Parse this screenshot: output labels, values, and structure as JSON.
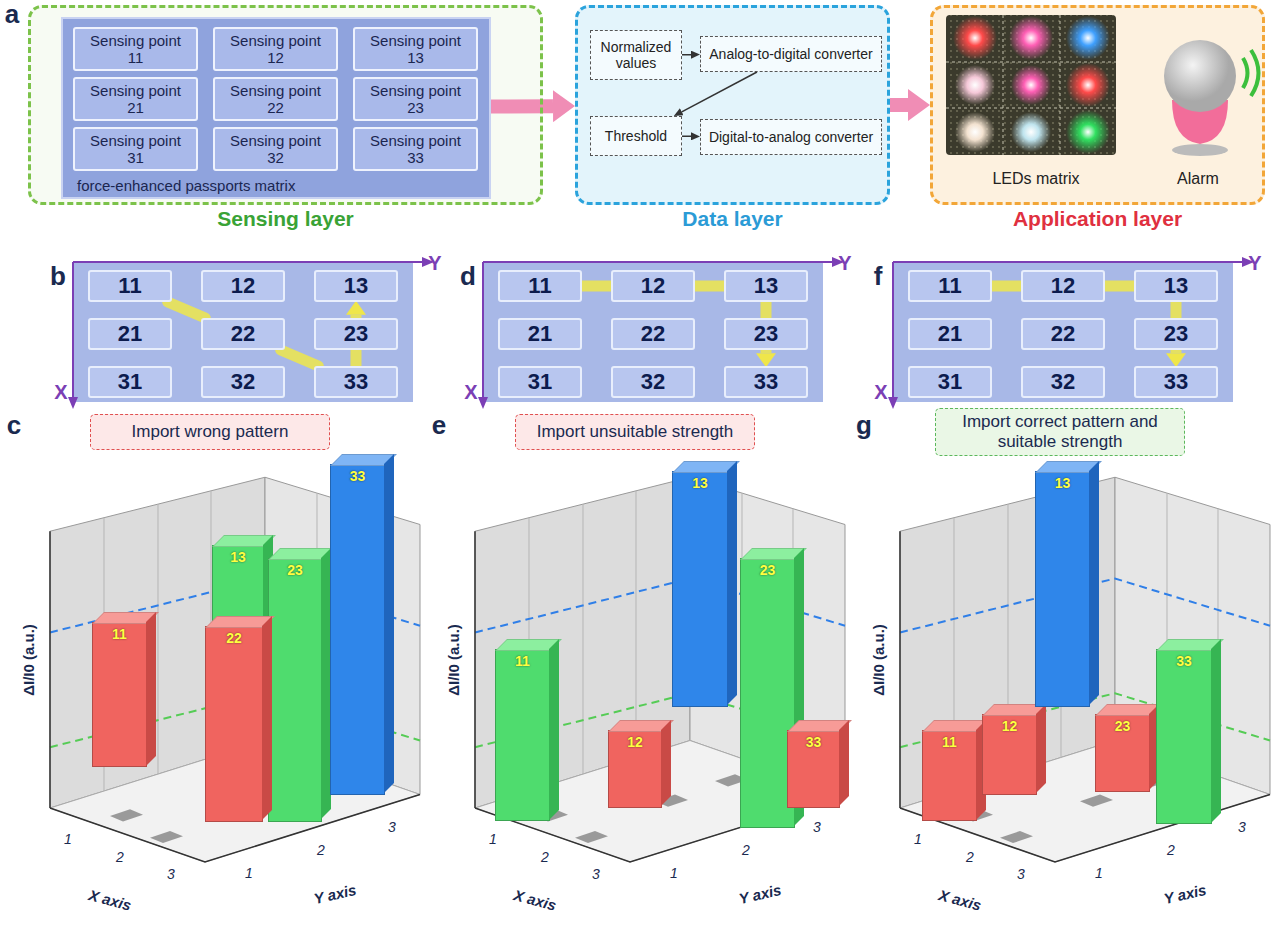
{
  "diagram": {
    "nodes": [
      {
        "text": [
          "Sensing layer"
        ]
      },
      {
        "text": [
          "force-enhanced passports matrix"
        ],
        "in": 0
      },
      {
        "text": [
          "Sensing point 11"
        ],
        "in": 1
      },
      {
        "text": [
          "Sensing point 12"
        ],
        "in": 1
      },
      {
        "text": [
          "Sensing point 13"
        ],
        "in": 1
      },
      {
        "text": [
          "Sensing point 21"
        ],
        "in": 1
      },
      {
        "text": [
          "Sensing point 22"
        ],
        "in": 1
      },
      {
        "text": [
          "Sensing point 23"
        ],
        "in": 1
      },
      {
        "text": [
          "Sensing point 31"
        ],
        "in": 1
      },
      {
        "text": [
          "Sensing point 32"
        ],
        "in": 1
      },
      {
        "text": [
          "Sensing point 33"
        ],
        "in": 1
      },
      {
        "text": [
          "Data layer"
        ]
      },
      {
        "text": [
          "Normalized values"
        ],
        "in": 11
      },
      {
        "text": [
          "Analog-to-digital converter"
        ],
        "in": 11
      },
      {
        "text": [
          "Threshold"
        ],
        "in": 11
      },
      {
        "text": [
          "Digital-to-analog converter"
        ],
        "in": 11
      },
      {
        "text": [
          "Application layer"
        ]
      },
      {
        "text": [
          "LEDs matrix"
        ],
        "in": 16
      },
      {
        "text": [
          "Alarm"
        ],
        "in": 16
      },
      {
        "text": [
          "11"
        ]
      },
      {
        "text": [
          "12"
        ]
      },
      {
        "text": [
          "13"
        ]
      },
      {
        "text": [
          "21"
        ]
      },
      {
        "text": [
          "22"
        ]
      },
      {
        "text": [
          "23"
        ]
      },
      {
        "text": [
          "31"
        ]
      },
      {
        "text": [
          "32"
        ]
      },
      {
        "text": [
          "33"
        ]
      },
      {
        "text": [
          "11"
        ]
      },
      {
        "text": [
          "12"
        ]
      },
      {
        "text": [
          "13"
        ]
      },
      {
        "text": [
          "21"
        ]
      },
      {
        "text": [
          "22"
        ]
      },
      {
        "text": [
          "23"
        ]
      },
      {
        "text": [
          "31"
        ]
      },
      {
        "text": [
          "32"
        ]
      },
      {
        "text": [
          "33"
        ]
      },
      {
        "text": [
          "11"
        ]
      },
      {
        "text": [
          "12"
        ]
      },
      {
        "text": [
          "13"
        ]
      },
      {
        "text": [
          "21"
        ]
      },
      {
        "text": [
          "22"
        ]
      },
      {
        "text": [
          "23"
        ]
      },
      {
        "text": [
          "31"
        ]
      },
      {
        "text": [
          "32"
        ]
      },
      {
        "text": [
          "33"
        ]
      },
      {
        "text": [
          "Import wrong pattern"
        ]
      },
      {
        "text": [
          "11"
        ]
      },
      {
        "text": [
          "22"
        ]
      },
      {
        "text": [
          "13"
        ]
      },
      {
        "text": [
          "23"
        ]
      },
      {
        "text": [
          "33"
        ]
      },
      {
        "text": [
          "Import unsuitable strength"
        ]
      },
      {
        "text": [
          "11"
        ]
      },
      {
        "text": [
          "12"
        ]
      },
      {
        "text": [
          "13"
        ]
      },
      {
        "text": [
          "23"
        ]
      },
      {
        "text": [
          "33"
        ]
      },
      {
        "text": [
          "Import correct pattern and suitable strength"
        ]
      },
      {
        "text": [
          "11"
        ]
      },
      {
        "text": [
          "12"
        ]
      },
      {
        "text": [
          "13"
        ]
      },
      {
        "text": [
          "23"
        ]
      },
      {
        "text": [
          "33"
        ]
      }
    ],
    "edges": [
      {
        "from": 1,
        "to": 11,
        "arrow": "to"
      },
      {
        "from": 11,
        "to": 16,
        "arrow": "to"
      },
      {
        "from": 12,
        "to": 13,
        "arrow": "to"
      },
      {
        "from": 13,
        "to": 14,
        "arrow": "to"
      },
      {
        "from": 14,
        "to": 15,
        "arrow": "to"
      },
      {
        "from": 19,
        "to": 23,
        "arrow": "none"
      },
      {
        "from": 23,
        "to": 27,
        "arrow": "none"
      },
      {
        "from": 27,
        "to": 24,
        "arrow": "none"
      },
      {
        "from": 24,
        "to": 21,
        "arrow": "to"
      },
      {
        "from": 28,
        "to": 29,
        "arrow": "none"
      },
      {
        "from": 29,
        "to": 30,
        "arrow": "none"
      },
      {
        "from": 30,
        "to": 33,
        "arrow": "none"
      },
      {
        "from": 33,
        "to": 36,
        "arrow": "to"
      },
      {
        "from": 37,
        "to": 38,
        "arrow": "none"
      },
      {
        "from": 38,
        "to": 39,
        "arrow": "none"
      },
      {
        "from": 39,
        "to": 42,
        "arrow": "none"
      },
      {
        "from": 42,
        "to": 45,
        "arrow": "to"
      }
    ],
    "labels": [
      "a",
      "b",
      "Y",
      "X",
      "d",
      "Y",
      "X",
      "f",
      "Y",
      "X",
      "c",
      "ΔI/I0 (a.u.)",
      "X axis",
      "1",
      "2",
      "3",
      "Y axis",
      "1",
      "2",
      "3",
      "e",
      "ΔI/I0 (a.u.)",
      "X axis",
      "1",
      "2",
      "3",
      "Y axis",
      "1",
      "2",
      "3",
      "g",
      "ΔI/I0 (a.u.)",
      "X axis",
      "1",
      "2",
      "3",
      "Y axis",
      "1",
      "2",
      "3"
    ]
  }
}
